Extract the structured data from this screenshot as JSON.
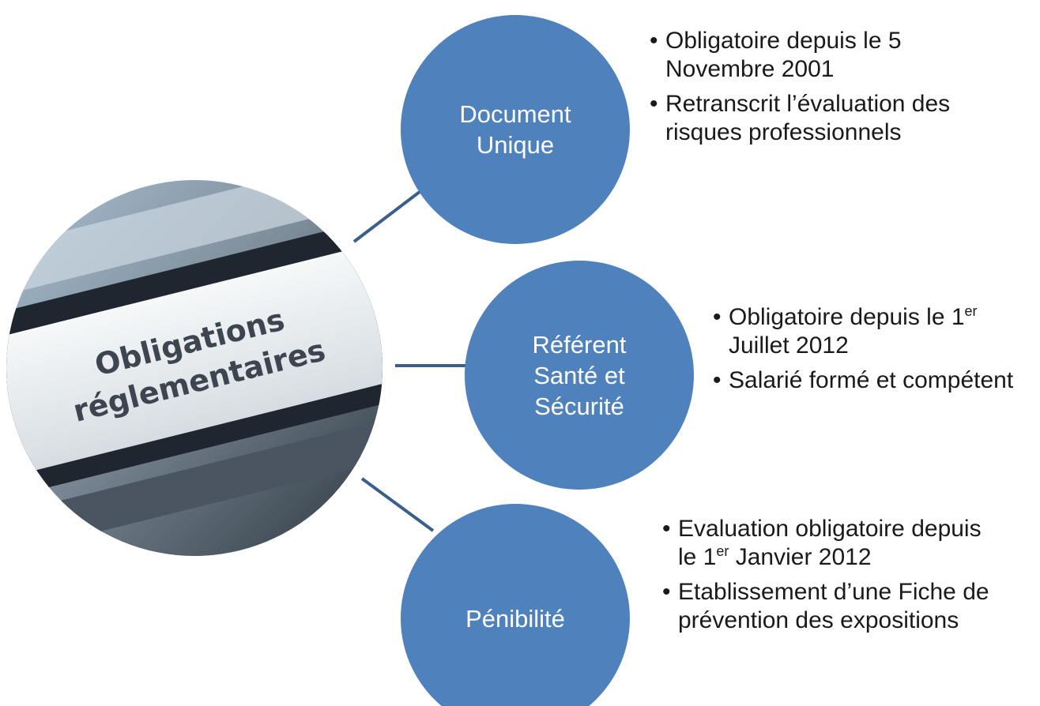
{
  "hub": {
    "image_label_line1": "Obligations",
    "image_label_line2": "réglementaires"
  },
  "nodes": [
    {
      "title_lines": [
        "Document",
        "Unique"
      ],
      "bullets": [
        {
          "text": "Obligatoire depuis  le 5 Novembre 2001"
        },
        {
          "text": "Retranscrit l’évaluation des risques professionnels"
        }
      ]
    },
    {
      "title_lines": [
        "Référent",
        "Santé et",
        "Sécurité"
      ],
      "bullets": [
        {
          "pre": "Obligatoire depuis le 1",
          "sup": "er",
          "post": " Juillet 2012"
        },
        {
          "text": "Salarié formé et compétent"
        }
      ]
    },
    {
      "title_lines": [
        "Pénibilité"
      ],
      "bullets": [
        {
          "pre": "Evaluation obligatoire depuis le 1",
          "sup": "er",
          "post": " Janvier 2012"
        },
        {
          "text": " Etablissement d’une Fiche de prévention des expositions"
        }
      ]
    }
  ],
  "colors": {
    "node_fill": "#4f81bd",
    "connector": "#3b5f8a",
    "node_text": "#ffffff",
    "bullet_text": "#1a1a1a"
  }
}
